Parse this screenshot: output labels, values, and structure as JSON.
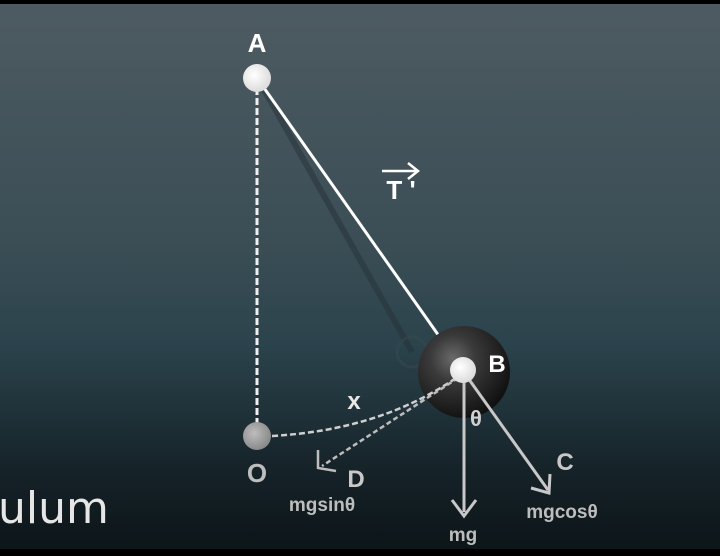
{
  "diagram": {
    "points": {
      "A": "A",
      "B": "B",
      "C": "C",
      "D": "D",
      "O": "O"
    },
    "labels": {
      "tension": "T '",
      "arc": "x",
      "angle": "θ",
      "weight": "mg",
      "tangential": "mgsinθ",
      "radial": "mgcosθ"
    },
    "caption": "ulum"
  },
  "colors": {
    "background_top": "#4d5b62",
    "background_mid": "#2e4750",
    "background_bottom": "#0f1a1e",
    "string": "#ffffff",
    "vector": "#c8c8c8",
    "bob": "#2a2a2a"
  }
}
